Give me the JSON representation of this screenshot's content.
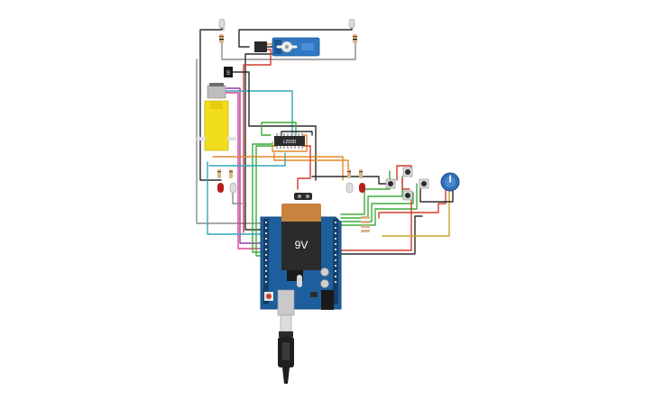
{
  "circuit": {
    "battery": {
      "label": "9V"
    },
    "ic": {
      "label": "L293D"
    },
    "regulator": {
      "label": "S"
    }
  },
  "colors": {
    "board": "#1d5f9c",
    "board_dark": "#154b7e",
    "battery_body": "#2b2b2b",
    "battery_cap": "#c8833f",
    "motor": "#f2dd1c",
    "servo": "#2f78c4",
    "wire_black": "#2b2b2b",
    "wire_gray": "#8a8a8a",
    "wire_green": "#3cab3c",
    "wire_red": "#d23b2e",
    "wire_orange": "#e0892c",
    "wire_teal": "#35a6b5",
    "wire_purple": "#9a3ab0",
    "wire_pink": "#d9468f",
    "wire_yellow": "#c9a227",
    "led_red": "#b81d1d",
    "led_white": "#dcdcdc",
    "pot": "#2f6fb8"
  }
}
